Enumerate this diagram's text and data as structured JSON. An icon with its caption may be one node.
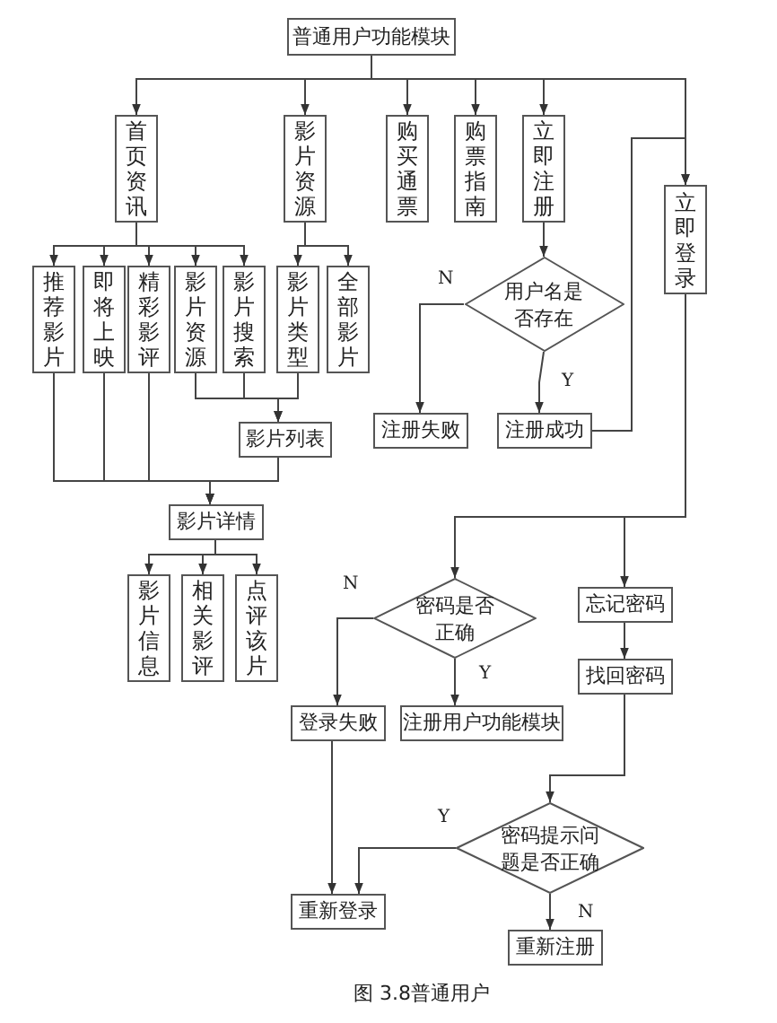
{
  "diagram": {
    "caption": "图 3.8普通用户",
    "nodes": [
      {
        "text": [
          "普通用户功能模块"
        ]
      },
      {
        "text": [
          "首页资讯"
        ]
      },
      {
        "text": [
          "影片资源"
        ]
      },
      {
        "text": [
          "购买通票"
        ]
      },
      {
        "text": [
          "购票指南"
        ]
      },
      {
        "text": [
          "立即注册"
        ]
      },
      {
        "text": [
          "立即登录"
        ]
      },
      {
        "text": [
          "推荐影片"
        ]
      },
      {
        "text": [
          "即将上映"
        ]
      },
      {
        "text": [
          "精彩影评"
        ]
      },
      {
        "text": [
          "影片资源"
        ]
      },
      {
        "text": [
          "影片搜索"
        ]
      },
      {
        "text": [
          "影片类型"
        ]
      },
      {
        "text": [
          "全部影片"
        ]
      },
      {
        "text": [
          "用户名是否存在"
        ]
      },
      {
        "text": [
          "注册失败"
        ]
      },
      {
        "text": [
          "注册成功"
        ]
      },
      {
        "text": [
          "影片列表"
        ]
      },
      {
        "text": [
          "影片详情"
        ]
      },
      {
        "text": [
          "影片信息"
        ]
      },
      {
        "text": [
          "相关影评"
        ]
      },
      {
        "text": [
          "点评该片"
        ]
      },
      {
        "text": [
          "密码是否正确"
        ]
      },
      {
        "text": [
          "忘记密码"
        ]
      },
      {
        "text": [
          "找回密码"
        ]
      },
      {
        "text": [
          "登录失败"
        ]
      },
      {
        "text": [
          "注册用户功能模块"
        ]
      },
      {
        "text": [
          "密码提示问题是否正确"
        ]
      },
      {
        "text": [
          "重新登录"
        ]
      },
      {
        "text": [
          "重新注册"
        ]
      }
    ],
    "edges": [
      {
        "from": 0,
        "to": 1,
        "arrow": "to"
      },
      {
        "from": 0,
        "to": 2,
        "arrow": "to"
      },
      {
        "from": 0,
        "to": 3,
        "arrow": "to"
      },
      {
        "from": 0,
        "to": 4,
        "arrow": "to"
      },
      {
        "from": 0,
        "to": 5,
        "arrow": "to"
      },
      {
        "from": 0,
        "to": 6,
        "arrow": "to"
      },
      {
        "from": 1,
        "to": 7,
        "arrow": "to"
      },
      {
        "from": 1,
        "to": 8,
        "arrow": "to"
      },
      {
        "from": 1,
        "to": 9,
        "arrow": "to"
      },
      {
        "from": 1,
        "to": 10,
        "arrow": "to"
      },
      {
        "from": 1,
        "to": 11,
        "arrow": "to"
      },
      {
        "from": 2,
        "to": 12,
        "arrow": "to"
      },
      {
        "from": 2,
        "to": 13,
        "arrow": "to"
      },
      {
        "from": 5,
        "to": 14,
        "arrow": "to"
      },
      {
        "from": 14,
        "to": 15,
        "arrow": "to",
        "label": "N"
      },
      {
        "from": 14,
        "to": 16,
        "arrow": "to",
        "label": "Y"
      },
      {
        "from": 16,
        "to": 6,
        "arrow": "to"
      },
      {
        "from": 10,
        "to": 17,
        "arrow": "to"
      },
      {
        "from": 11,
        "to": 17,
        "arrow": "to"
      },
      {
        "from": 12,
        "to": 17,
        "arrow": "to"
      },
      {
        "from": 7,
        "to": 18,
        "arrow": "to"
      },
      {
        "from": 8,
        "to": 18,
        "arrow": "to"
      },
      {
        "from": 9,
        "to": 18,
        "arrow": "to"
      },
      {
        "from": 17,
        "to": 18,
        "arrow": "to"
      },
      {
        "from": 18,
        "to": 19,
        "arrow": "to"
      },
      {
        "from": 18,
        "to": 20,
        "arrow": "to"
      },
      {
        "from": 18,
        "to": 21,
        "arrow": "to"
      },
      {
        "from": 6,
        "to": 22,
        "arrow": "to"
      },
      {
        "from": 6,
        "to": 23,
        "arrow": "to"
      },
      {
        "from": 22,
        "to": 25,
        "arrow": "to",
        "label": "N"
      },
      {
        "from": 22,
        "to": 26,
        "arrow": "to",
        "label": "Y"
      },
      {
        "from": 23,
        "to": 24,
        "arrow": "to"
      },
      {
        "from": 24,
        "to": 27,
        "arrow": "to"
      },
      {
        "from": 27,
        "to": 28,
        "arrow": "to",
        "label": "Y"
      },
      {
        "from": 27,
        "to": 29,
        "arrow": "to",
        "label": "N"
      },
      {
        "from": 25,
        "to": 28,
        "arrow": "to"
      }
    ]
  }
}
